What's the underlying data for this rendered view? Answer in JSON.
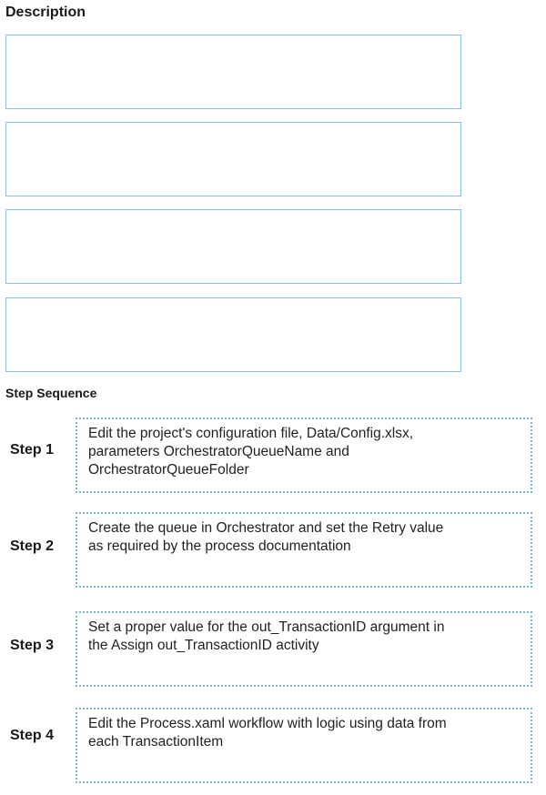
{
  "description": {
    "title": "Description",
    "boxes": [
      "",
      "",
      "",
      ""
    ]
  },
  "step_sequence": {
    "title": "Step Sequence",
    "steps": [
      {
        "label": "Step 1",
        "text": "Edit the project's configuration file, Data/Config.xlsx,\nparameters OrchestratorQueueName and\nOrchestratorQueueFolder"
      },
      {
        "label": "Step 2",
        "text": "Create the queue in Orchestrator and set the Retry value\nas required by the process documentation"
      },
      {
        "label": "Step 3",
        "text": "Set a proper value for the out_TransactionID argument in\nthe Assign out_TransactionID activity"
      },
      {
        "label": "Step 4",
        "text": "Edit the Process.xaml workflow with logic using data from\neach TransactionItem"
      }
    ]
  }
}
